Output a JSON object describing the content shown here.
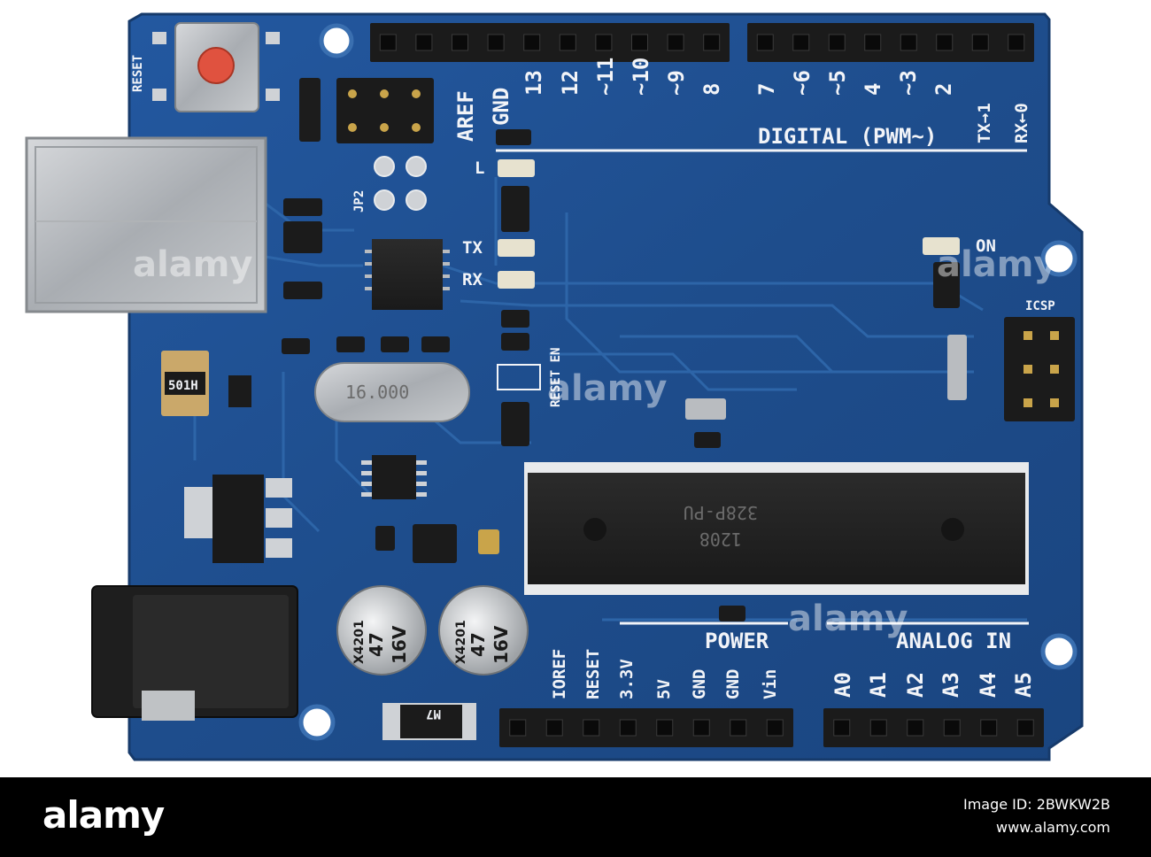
{
  "board": {
    "reset_label": "RESET",
    "jp2_label": "JP2",
    "aref_label": "AREF",
    "gnd_label": "GND",
    "digital_pins": [
      "13",
      "12",
      "~11",
      "~10",
      "~9",
      "8",
      "7",
      "~6",
      "~5",
      "4",
      "~3",
      "2",
      "TX→1",
      "RX←0"
    ],
    "digital_title": "DIGITAL (PWM~)",
    "led_labels": {
      "l": "L",
      "tx": "TX",
      "rx": "RX",
      "on": "ON"
    },
    "icsp_label": "ICSP",
    "reset_en_label": "RESET EN",
    "fuse_label": "501H",
    "crystal_label": "16.000",
    "chip_lines": [
      "328P-PU",
      "1208"
    ],
    "cap_lines": [
      "X4201",
      "47",
      "16V"
    ],
    "diode_label": "M7",
    "power_title": "POWER",
    "power_pins": [
      "IOREF",
      "RESET",
      "3.3V",
      "5V",
      "GND",
      "GND",
      "Vin"
    ],
    "analog_title": "ANALOG IN",
    "analog_pins": [
      "A0",
      "A1",
      "A2",
      "A3",
      "A4",
      "A5"
    ]
  },
  "watermark": {
    "text": "alamy"
  },
  "stock_bar": {
    "logo": "alamy",
    "image_id": "Image ID: 2BWKW2B",
    "url": "www.alamy.com"
  },
  "colors": {
    "pcb": "#1e4d8c",
    "pcb_edge": "#163a6b",
    "trace": "#2d65a8",
    "silk": "#f2f4f8",
    "header": "#1b1b1b",
    "chip": "#222222",
    "metal": "#b9bcc0"
  }
}
